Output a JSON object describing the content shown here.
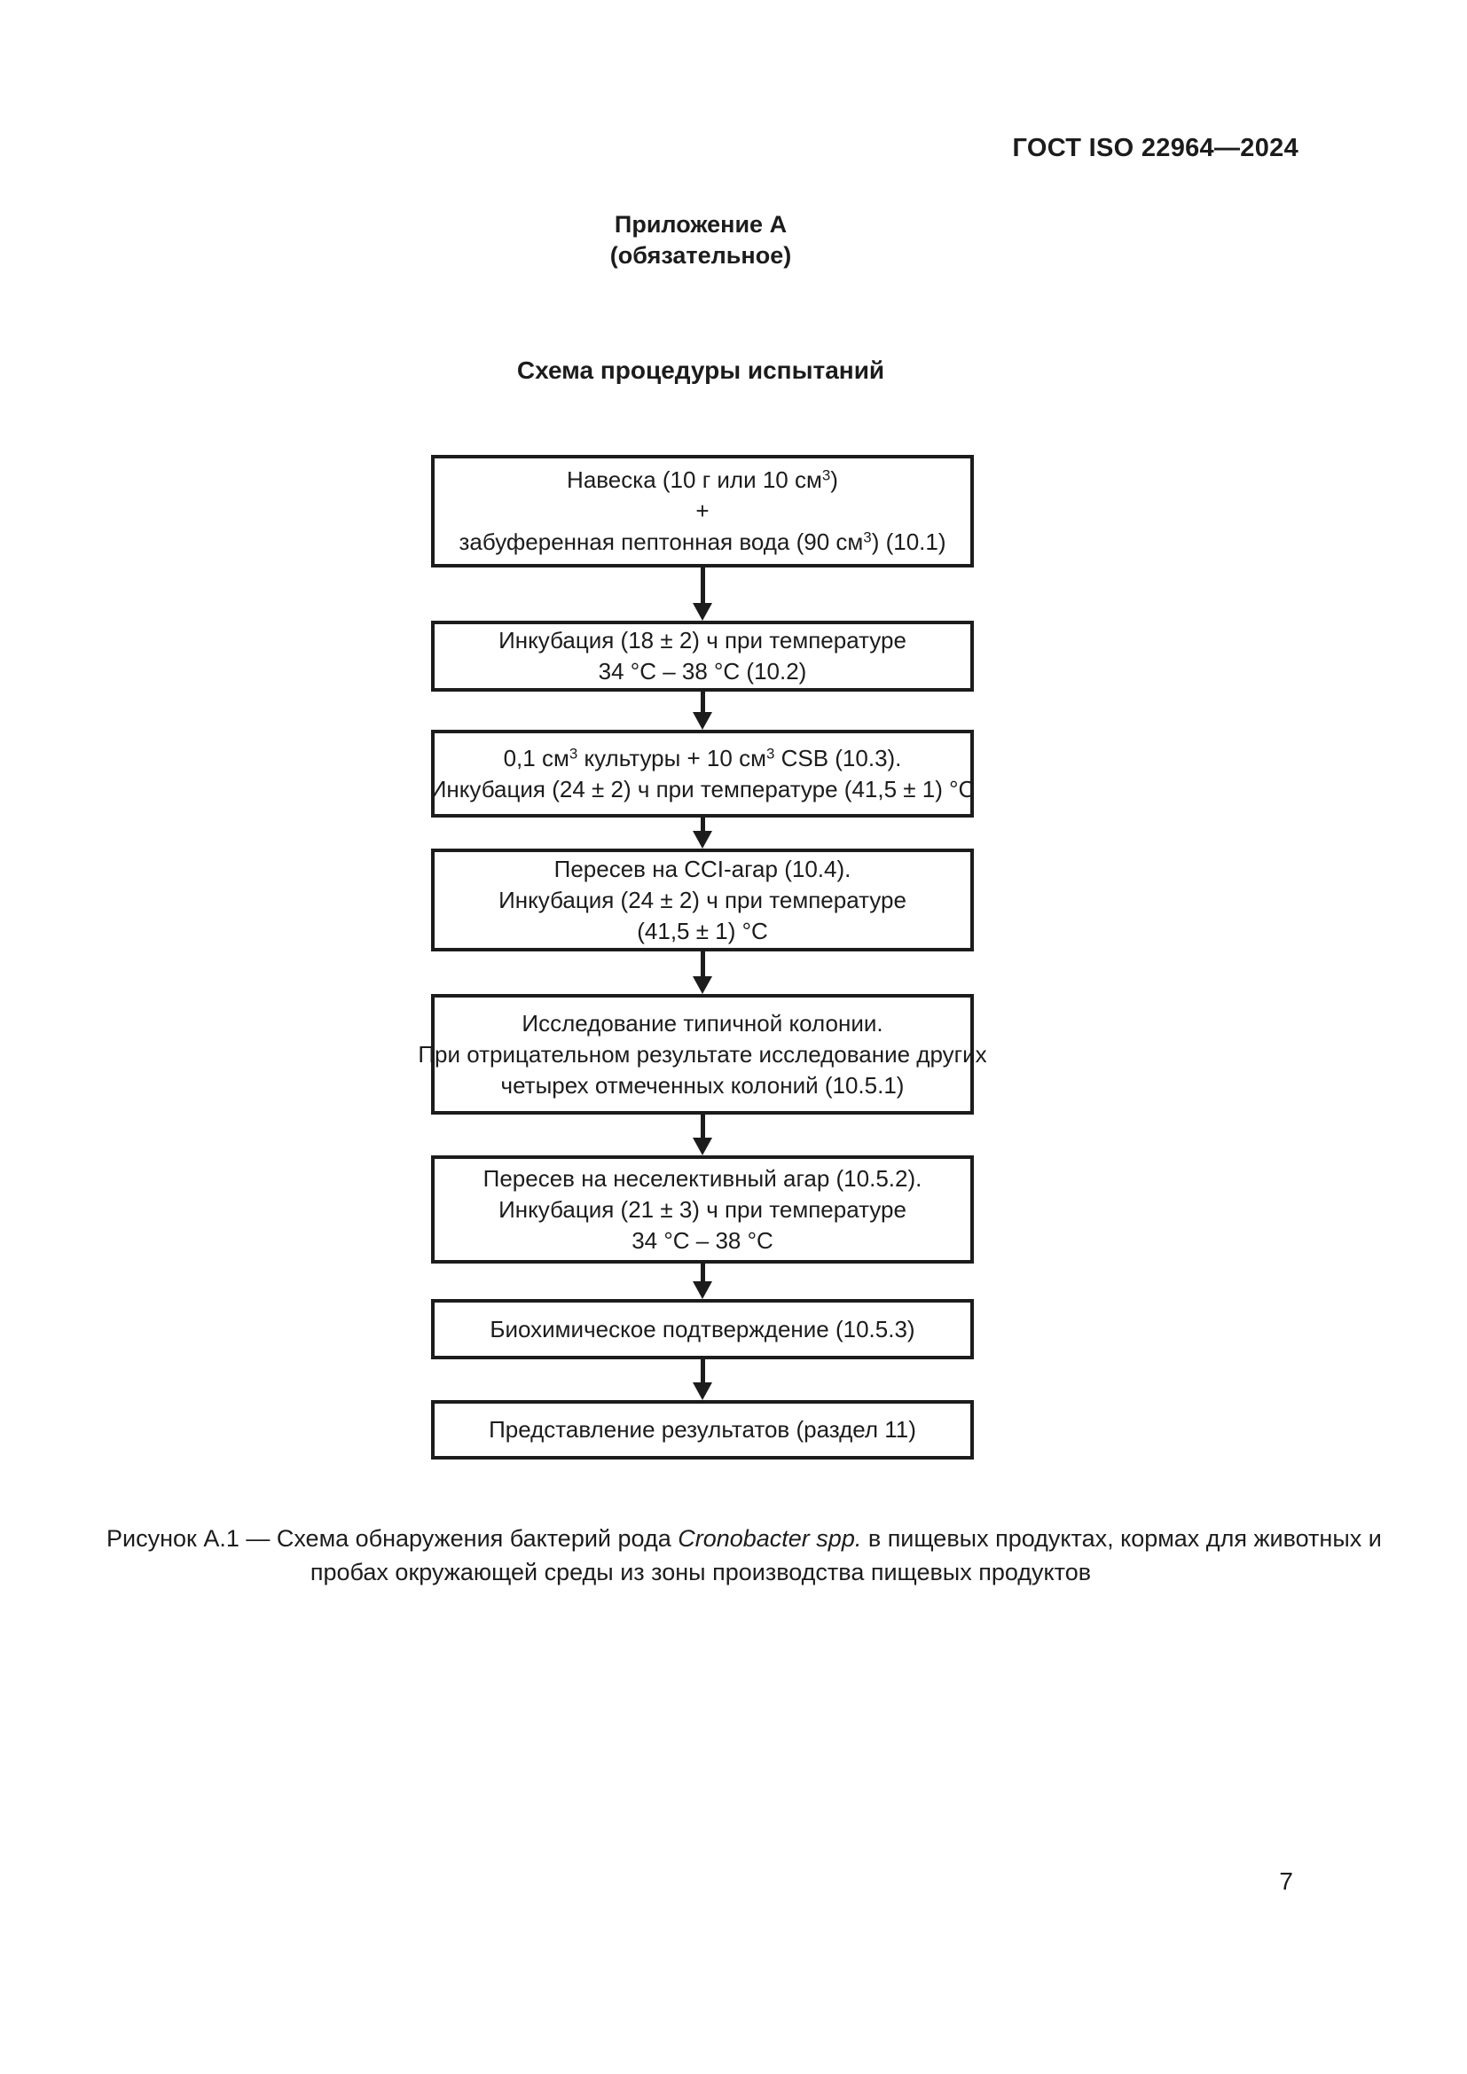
{
  "page": {
    "header": "ГОСТ ISO 22964—2024",
    "page_number": "7"
  },
  "colors": {
    "ink": "#1c1c1c",
    "paper": "#ffffff"
  },
  "appendix": {
    "title": "Приложение А",
    "subtitle": "(обязательное)"
  },
  "diagram": {
    "title": "Схема процедуры испытаний",
    "boxes": [
      {
        "name": "sample-preparation",
        "lines": [
          [
            {
              "t": "Навеска (10 г или 10 см"
            },
            {
              "t": "3",
              "sup": true
            },
            {
              "t": ")"
            }
          ],
          [
            {
              "t": "+"
            }
          ],
          [
            {
              "t": "забуференная пептонная вода (90 см"
            },
            {
              "t": "3",
              "sup": true
            },
            {
              "t": ") (10.1)"
            }
          ]
        ]
      },
      {
        "name": "primary-incubation",
        "lines": [
          [
            {
              "t": "Инкубация (18 ± 2) ч при температуре"
            }
          ],
          [
            {
              "t": "34 °С – 38 °С (10.2)"
            }
          ]
        ]
      },
      {
        "name": "csb-enrichment",
        "lines": [
          [
            {
              "t": "0,1 см"
            },
            {
              "t": "3",
              "sup": true
            },
            {
              "t": " культуры + 10 см"
            },
            {
              "t": "3",
              "sup": true
            },
            {
              "t": " CSB (10.3)."
            }
          ],
          [
            {
              "t": "Инкубация (24 ± 2) ч при температуре (41,5 ± 1) °С"
            }
          ]
        ]
      },
      {
        "name": "cci-agar-plating",
        "lines": [
          [
            {
              "t": "Пересев на CCI-агар (10.4)."
            }
          ],
          [
            {
              "t": "Инкубация (24 ± 2) ч при температуре"
            }
          ],
          [
            {
              "t": "(41,5 ± 1) °С"
            }
          ]
        ]
      },
      {
        "name": "colony-examination",
        "lines": [
          [
            {
              "t": "Исследование типичной колонии."
            }
          ],
          [
            {
              "t": "При отрицательном результате исследование других"
            }
          ],
          [
            {
              "t": "четырех отмеченных колоний (10.5.1)"
            }
          ]
        ]
      },
      {
        "name": "nonselective-agar",
        "lines": [
          [
            {
              "t": "Пересев на неселективный агар (10.5.2)."
            }
          ],
          [
            {
              "t": "Инкубация (21 ± 3) ч при температуре"
            }
          ],
          [
            {
              "t": "34 °С – 38 °С"
            }
          ]
        ]
      },
      {
        "name": "biochemical-confirmation",
        "lines": [
          [
            {
              "t": "Биохимическое подтверждение (10.5.3)"
            }
          ]
        ]
      },
      {
        "name": "reporting-results",
        "lines": [
          [
            {
              "t": "Представление результатов (раздел 11)"
            }
          ]
        ]
      }
    ],
    "caption_lines": [
      [
        {
          "t": "Рисунок А.1 — Схема обнаружения бактерий рода "
        },
        {
          "t": "Cronobacter spp.",
          "italic": true
        },
        {
          "t": " в пищевых продуктах, кормах для животных и"
        }
      ],
      [
        {
          "t": "пробах окружающей среды из зоны производства пищевых продуктов"
        }
      ]
    ]
  }
}
